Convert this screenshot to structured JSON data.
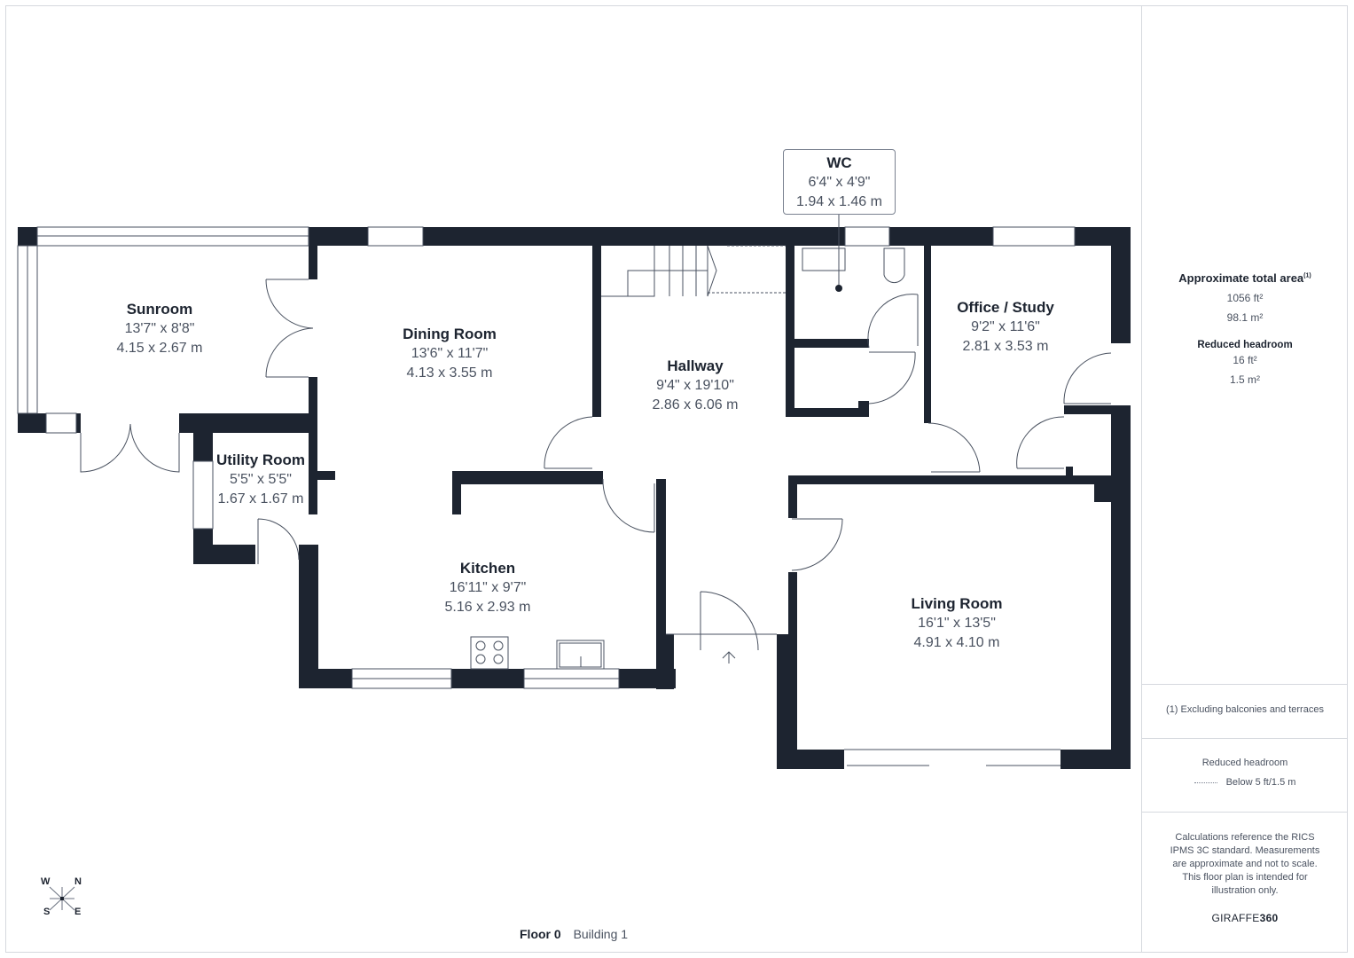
{
  "plan": {
    "floor_label": "Floor 0",
    "building_label": "Building 1",
    "compass": {
      "w": "W",
      "n": "N",
      "s": "S",
      "e": "E"
    },
    "rooms": {
      "sunroom": {
        "name": "Sunroom",
        "imperial": "13'7\" x 8'8\"",
        "metric": "4.15 x 2.67 m"
      },
      "dining": {
        "name": "Dining Room",
        "imperial": "13'6\" x 11'7\"",
        "metric": "4.13 x 3.55 m"
      },
      "hallway": {
        "name": "Hallway",
        "imperial": "9'4\" x 19'10\"",
        "metric": "2.86 x 6.06 m"
      },
      "wc": {
        "name": "WC",
        "imperial": "6'4\" x 4'9\"",
        "metric": "1.94 x 1.46 m"
      },
      "office": {
        "name": "Office / Study",
        "imperial": "9'2\" x 11'6\"",
        "metric": "2.81 x 3.53 m"
      },
      "utility": {
        "name": "Utility Room",
        "imperial": "5'5\" x 5'5\"",
        "metric": "1.67 x 1.67 m"
      },
      "kitchen": {
        "name": "Kitchen",
        "imperial": "16'11\" x 9'7\"",
        "metric": "5.16 x 2.93 m"
      },
      "living": {
        "name": "Living Room",
        "imperial": "16'1\" x 13'5\"",
        "metric": "4.91 x 4.10 m"
      }
    }
  },
  "sidebar": {
    "total_area_title": "Approximate total area",
    "total_area_footnote": "(1)",
    "total_area_ft": "1056 ft²",
    "total_area_m": "98.1 m²",
    "reduced_headroom_title": "Reduced headroom",
    "reduced_headroom_ft": "16 ft²",
    "reduced_headroom_m": "1.5 m²",
    "footnote": "(1) Excluding balconies and terraces",
    "legend_title": "Reduced headroom",
    "legend_item": "Below 5 ft/1.5 m",
    "disclaimer": "Calculations reference the RICS IPMS 3C standard. Measurements are approximate and not to scale. This floor plan is intended for illustration only.",
    "brand_light": "GIRAFFE",
    "brand_bold": "360"
  },
  "colors": {
    "wall": "#1d2430",
    "text_dark": "#1d2430",
    "text_muted": "#4a5260",
    "border": "#d6d9de"
  }
}
